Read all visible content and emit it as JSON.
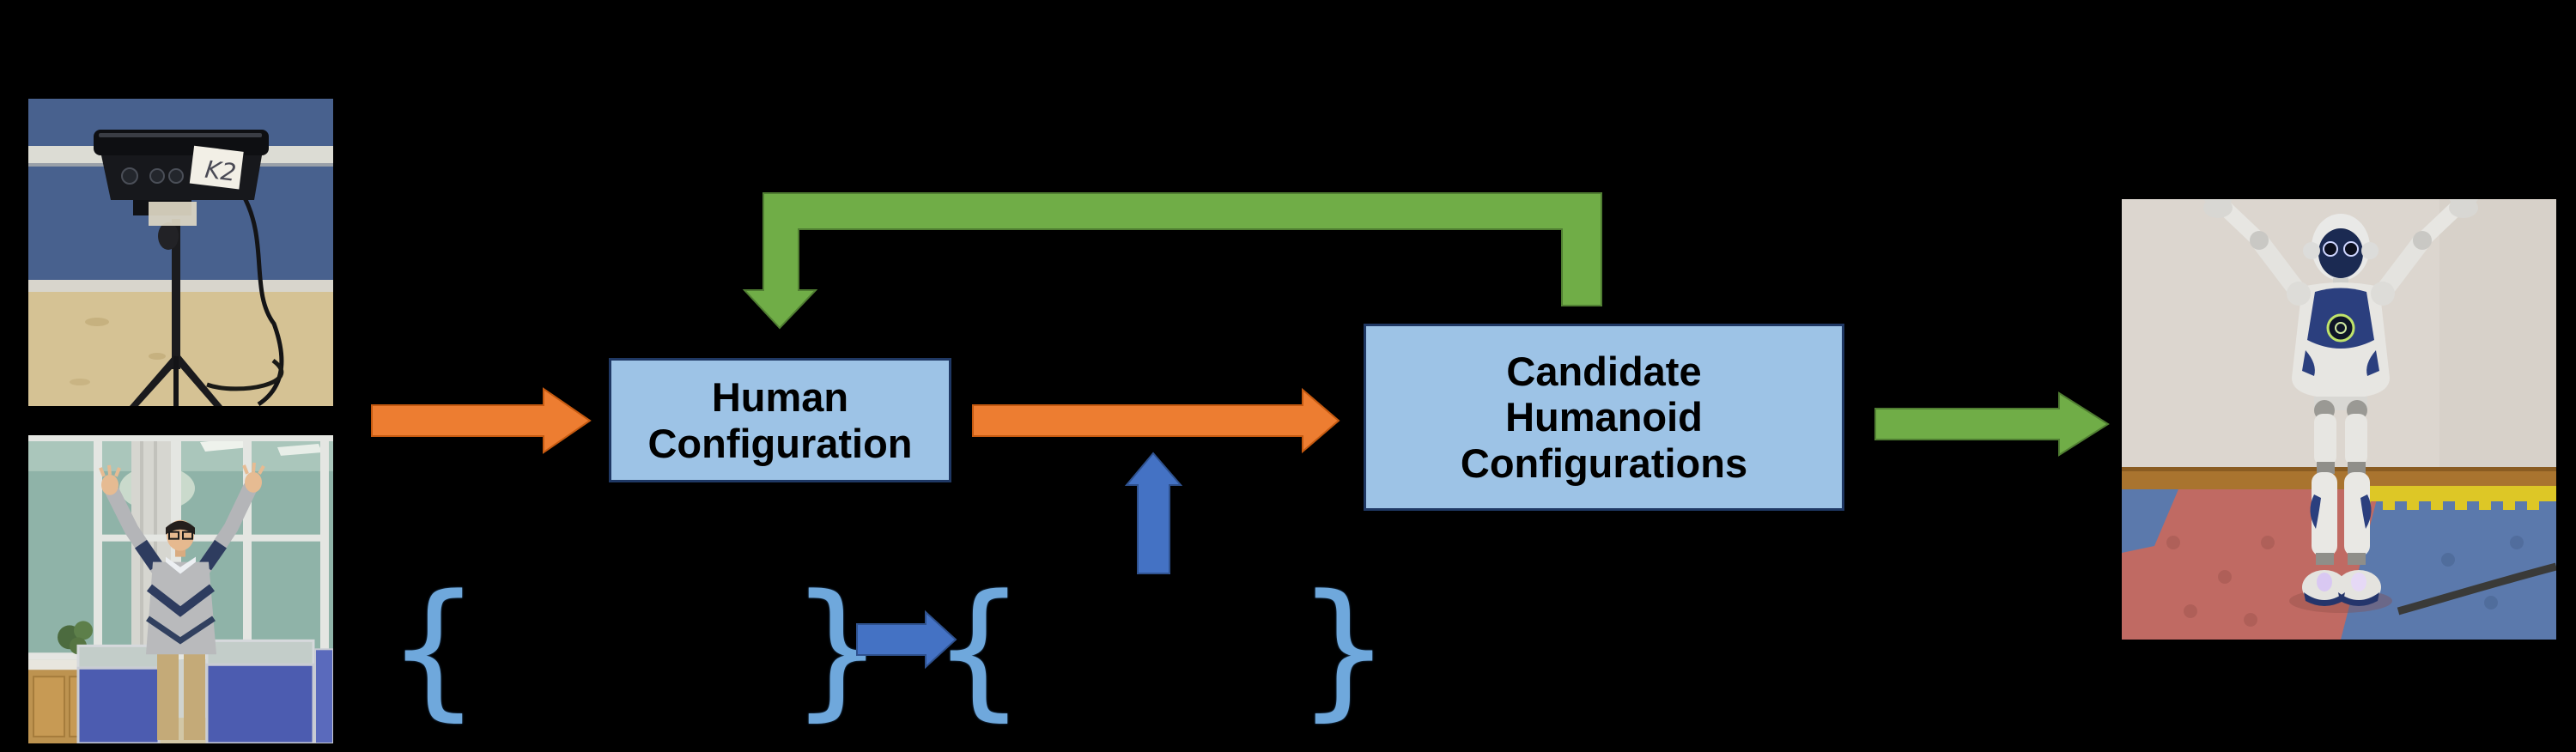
{
  "boxes": {
    "human": {
      "lines": [
        "Human",
        "Configuration"
      ]
    },
    "candidate": {
      "lines": [
        "Candidate",
        "Humanoid",
        "Configurations"
      ]
    }
  },
  "braces": {
    "open1": "{",
    "close1": "}",
    "open2": "{",
    "close2": "}"
  },
  "photos": {
    "kinect": {
      "device_label": "K2"
    }
  },
  "colors": {
    "bg": "#000000",
    "orange": "#ED7D31",
    "orange_dark": "#C55A11",
    "green": "#70AD47",
    "green_dark": "#507E32",
    "blue": "#4472C4",
    "blue_dark": "#2F528F",
    "box_fill": "#9DC3E6",
    "box_border": "#1F3864",
    "brace": "#6FA8DC"
  }
}
